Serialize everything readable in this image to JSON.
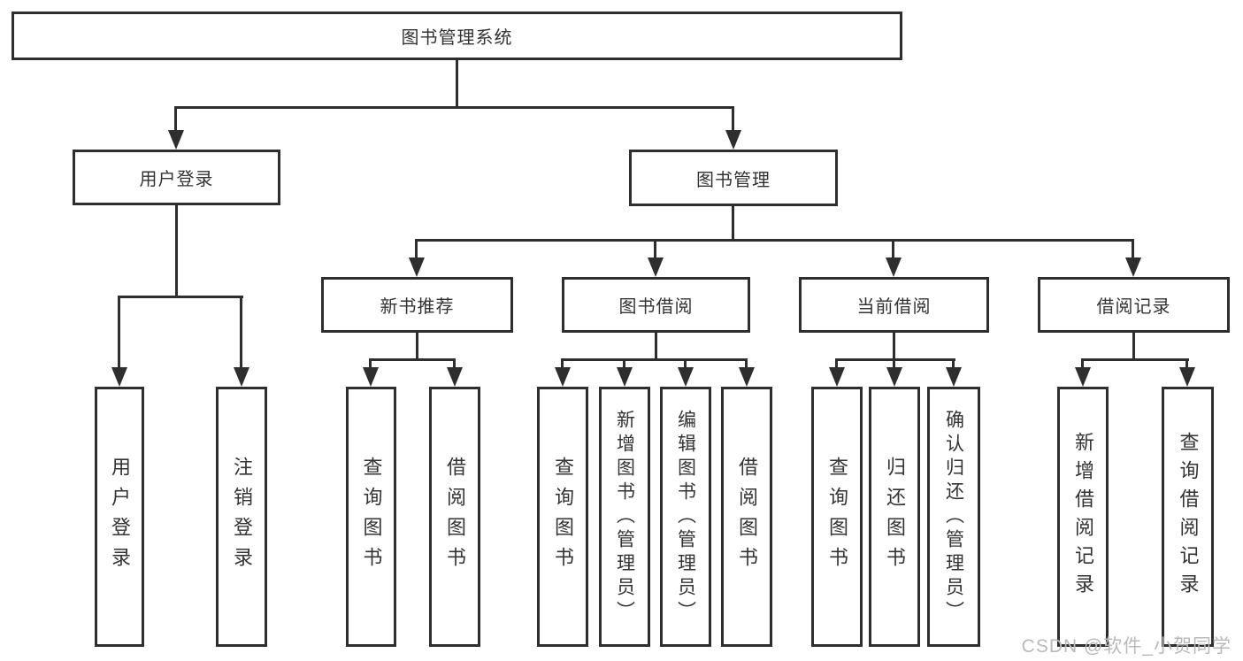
{
  "diagram": {
    "root": {
      "label": "图书管理系统"
    },
    "level2": [
      {
        "label": "用户登录"
      },
      {
        "label": "图书管理"
      }
    ],
    "level3": [
      {
        "label": "新书推荐"
      },
      {
        "label": "图书借阅"
      },
      {
        "label": "当前借阅"
      },
      {
        "label": "借阅记录"
      }
    ],
    "leaves": [
      {
        "group": "用户登录",
        "items": [
          {
            "label": "用户登录"
          },
          {
            "label": "注销登录"
          }
        ]
      },
      {
        "group": "新书推荐",
        "items": [
          {
            "label": "查询图书"
          },
          {
            "label": "借阅图书"
          }
        ]
      },
      {
        "group": "图书借阅",
        "items": [
          {
            "label": "查询图书"
          },
          {
            "label": "新增图书（管理员）"
          },
          {
            "label": "编辑图书（管理员）"
          },
          {
            "label": "借阅图书"
          }
        ]
      },
      {
        "group": "当前借阅",
        "items": [
          {
            "label": "查询图书"
          },
          {
            "label": "归还图书"
          },
          {
            "label": "确认归还（管理员）"
          }
        ]
      },
      {
        "group": "借阅记录",
        "items": [
          {
            "label": "新增借阅记录"
          },
          {
            "label": "查询借阅记录"
          }
        ]
      }
    ]
  },
  "watermark": {
    "text": "CSDN @软件_小贺同学",
    "color": "#b9b9b9"
  },
  "colors": {
    "line": "#2e2e2e",
    "box_border": "#2e2e2e",
    "box_background": "#ffffff",
    "text": "#333333",
    "page_background": "#ffffff"
  }
}
